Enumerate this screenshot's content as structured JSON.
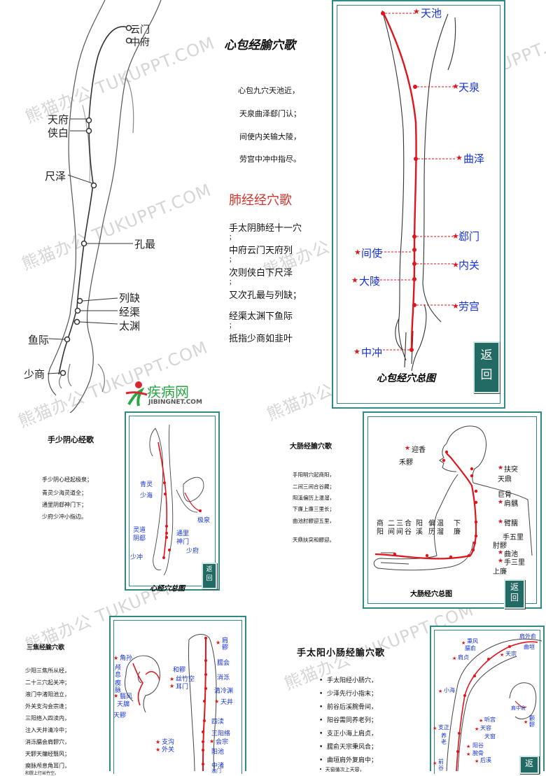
{
  "watermark": "熊猫办公 TUKUPPT.COM",
  "lung": {
    "points": [
      "云门",
      "中府",
      "天府",
      "侠白",
      "尺泽",
      "孔最",
      "列缺",
      "经渠",
      "太渊",
      "鱼际",
      "少商"
    ],
    "title": "肺经经穴歌",
    "verses": [
      "手太阴肺经十一穴",
      "；",
      "中府云门天府列",
      "；",
      "次则侠白下尺泽",
      "；",
      "又次孔最与列缺；",
      "经渠太渊下鱼际",
      "；",
      "抵指少商如韭叶"
    ]
  },
  "logo": {
    "name": "疾病网",
    "site": "JIBINGNET.COM"
  },
  "pericardium": {
    "title": "心包经腧穴歌",
    "verses": [
      "心包九穴天池近，",
      "天泉曲泽郄门认；",
      "间使内关输大陵，",
      "劳宫中冲中指尽。"
    ],
    "points": [
      "天池",
      "天泉",
      "曲泽",
      "郄门",
      "间使",
      "内关",
      "大陵",
      "劳宫",
      "中冲"
    ],
    "caption": "心包经穴总图",
    "back_label": [
      "返",
      "回"
    ]
  },
  "heart": {
    "title": "手少阴心经歌",
    "verses": [
      "手少阴心经起极泉；",
      "青灵少海灵道全；",
      "通里阴郄神门下；",
      "少府少冲小指边。"
    ],
    "points": [
      "青灵",
      "少海",
      "极泉",
      "灵道",
      "通里",
      "阴郄",
      "神门",
      "少府",
      "少冲"
    ],
    "caption": "心经穴总图",
    "back_label": [
      "返",
      "回"
    ]
  },
  "large_intestine": {
    "title": "大肠经腧穴歌",
    "verses": [
      "手阳明穴起商阳，",
      "二间三间合谷藏；",
      "阳溪偏历上温溜，",
      "下廉上廉三里长；",
      "曲池肘髎迎五里，",
      "",
      "天鼎扶突和髎迎。"
    ],
    "points": [
      "迎香",
      "禾髎",
      "扶突",
      "天鼎",
      "巨骨",
      "肩髃",
      "臂臑",
      "手五里",
      "肘髎",
      "曲池",
      "手三里",
      "上廉",
      "商阳",
      "二间",
      "三间",
      "合谷",
      "阳溪",
      "偏历",
      "温溜",
      "下廉"
    ],
    "caption": "大肠经穴总图",
    "back_label": [
      "返",
      "回"
    ]
  },
  "triple_burner": {
    "title": "三焦经腧穴歌",
    "verses": [
      "少阳三焦所从经，",
      "二十三穴起关冲；",
      "液门中渚阳池立，",
      "外关支沟会宗逢；",
      "三阳络入四渎内，",
      "注入天井清冷中；",
      "消泺臑会肩髎穴，",
      "天髎天牖经翳风；",
      "瘈脉颅息角耳门，",
      "和髎上行丝竹空。"
    ],
    "points": [
      "角孙",
      "颅息",
      "瘈脉",
      "翳风",
      "天牖",
      "天髎",
      "和髎",
      "丝竹空",
      "耳门",
      "肩髎",
      "臑会",
      "消泺",
      "清冷渊",
      "天井",
      "四渎",
      "三阳络",
      "会宗",
      "阳池",
      "支沟",
      "外关",
      "中渚",
      "液门"
    ]
  },
  "small_intestine": {
    "title": "手太阳小肠经腧穴歌",
    "verses": [
      "手太阳经小肠穴，",
      "少泽先行小指末；",
      "前谷后溪腕骨间，",
      "阳谷需同养老列；",
      "支正小海上肩贞，",
      "臑俞天宗秉风合；",
      "曲垣肩外复肩中；",
      "天窗循次上天容，"
    ],
    "points": [
      "秉风",
      "臑俞",
      "肩贞",
      "肩外俞",
      "曲垣",
      "天宗",
      "肩中俞",
      "小海",
      "听宫",
      "天容",
      "天窗",
      "颧髎",
      "支正",
      "养老",
      "阳谷",
      "腕骨",
      "后溪",
      "前谷"
    ],
    "back_label": [
      "返"
    ]
  }
}
